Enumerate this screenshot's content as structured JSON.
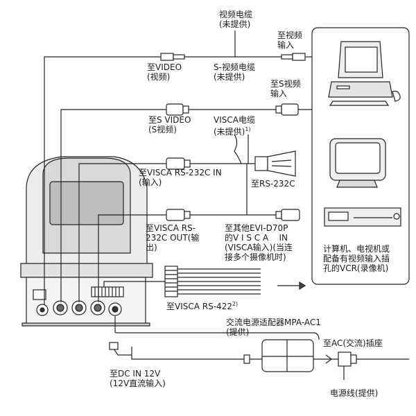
{
  "labels": {
    "video_cable": [
      "视频电缆",
      "(未提供)"
    ],
    "to_video_input": [
      "至视频",
      "输入"
    ],
    "to_video": [
      "至VIDEO",
      "(视频)"
    ],
    "svideo_cable": [
      "S-视频电缆",
      "(未提供)"
    ],
    "to_svideo_input": [
      "至S视频",
      "输入"
    ],
    "to_s_video": [
      "至S VIDEO",
      "(S视频)"
    ],
    "visca_cable": "VISCA电缆",
    "visca_cable_note": "(未提供)",
    "footnote1": "1)",
    "to_rs232c_in": "至VISCA RS-232C IN",
    "to_rs232c_in_note": "(输入)",
    "to_rs232c": "至RS-232C",
    "to_rs232c_out": [
      "至VISCA RS-",
      "232C OUT(输",
      "出)"
    ],
    "to_other_evi": [
      "至其他EVI-D70P",
      "的V I S C A    IN",
      "(VISCA输入)(当连",
      "接多个摄像机时)"
    ],
    "devices_note": [
      "计算机、电视机或",
      "配备有视频输入插",
      "孔的VCR(录像机)"
    ],
    "to_rs422": "至VISCA RS-422",
    "footnote2": "2)",
    "ac_adaptor": [
      "交流电源适配器MPA-AC1",
      "(提供)"
    ],
    "to_ac_outlet": "至AC(交流)插座",
    "to_dc_in": [
      "至DC IN 12V",
      "(12V直流输入)"
    ],
    "power_cord": "电源线(提供)"
  }
}
